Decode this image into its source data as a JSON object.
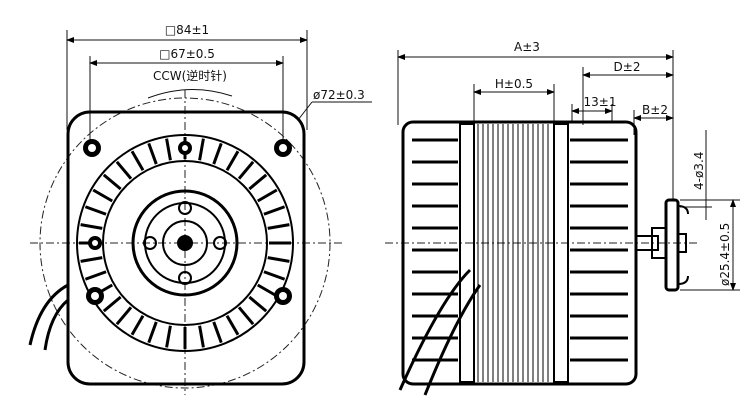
{
  "front_view": {
    "dim_outer_square": "□84±1",
    "dim_inner_square": "□67±0.5",
    "rotation": "CCW(逆时针)",
    "dim_circle": "ø72±0.3"
  },
  "side_view": {
    "dim_total_length": "A±3",
    "dim_d": "D±2",
    "dim_stator": "H±0.5",
    "dim_13": "13±1",
    "dim_b": "B±2",
    "dim_holes": "4-ø3.4",
    "dim_flange": "ø25.4±0.5"
  }
}
